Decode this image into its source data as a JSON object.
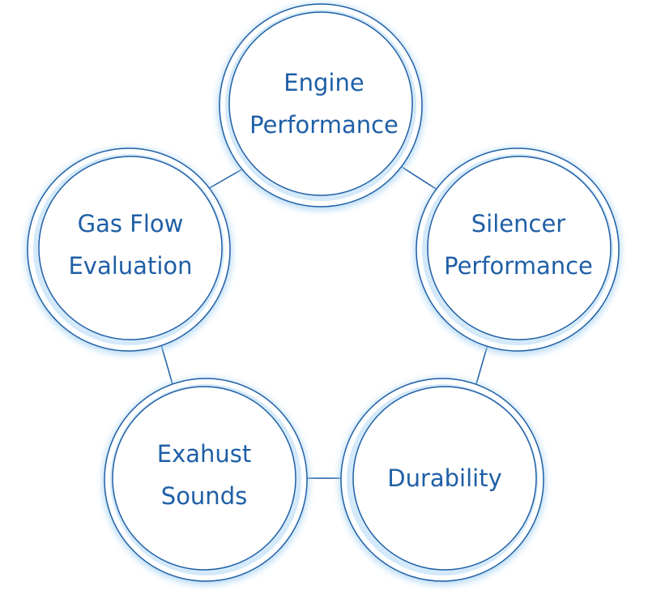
{
  "diagram": {
    "nodes": [
      {
        "id": "engine",
        "lines": [
          "Engine",
          "Performance"
        ]
      },
      {
        "id": "silencer",
        "lines": [
          "Silencer",
          "Performance"
        ]
      },
      {
        "id": "durability",
        "lines": [
          "Durability"
        ]
      },
      {
        "id": "exhaust",
        "lines": [
          "Exahust",
          "Sounds"
        ]
      },
      {
        "id": "gasflow",
        "lines": [
          "Gas Flow",
          "Evaluation"
        ]
      }
    ],
    "colors": {
      "ring": "#1f5fa6",
      "glow": "#9ccdf2",
      "text": "#1f5fa6",
      "fill": "#ffffff"
    }
  }
}
